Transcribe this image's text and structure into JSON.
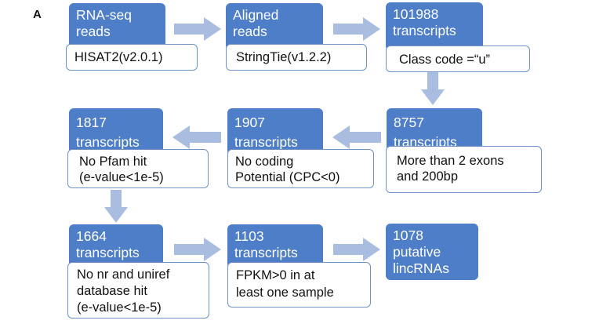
{
  "panel_label": "A",
  "steps": {
    "rnaseq": "RNA-seq\nreads",
    "aligned": "Aligned\nreads",
    "t101988": "101988\ntranscripts",
    "t1817": "1817\ntranscripts",
    "t1907": "1907\ntranscripts",
    "t8757": "8757\ntranscripts",
    "t1664": "1664\ntranscripts",
    "t1103": "1103\ntranscripts",
    "t1078": "1078\nputative\nlincRNAs"
  },
  "filters": {
    "hisat": "HISAT2(v2.0.1)",
    "stringtie": "StringTie(v1.2.2)",
    "classcode": "Class code =“u”",
    "pfam": "No Pfam hit\n(e-value<1e-5)",
    "coding": "No coding\nPotential (CPC<0)",
    "exons": "More than 2 exons\n  and 200bp",
    "nr_uniref": "No nr and uniref\n  database hit\n(e-value<1e-5)",
    "fpkm": "FPKM>0 in at\nleast one sample"
  },
  "colors": {
    "box_fill": "#4e7ec7",
    "note_border": "#6f93c6",
    "arrow_fill": "#a9bde0"
  }
}
